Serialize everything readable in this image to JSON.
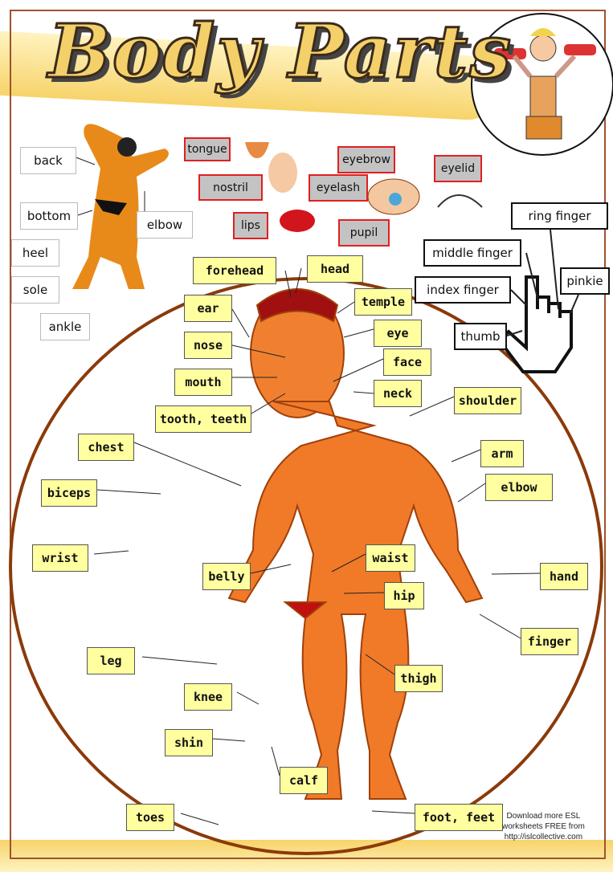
{
  "title": "Body Parts",
  "credit": [
    "Download more ESL",
    "worksheets FREE from",
    "http://islcollective.com"
  ],
  "labels": {
    "back": "back",
    "bottom": "bottom",
    "heel": "heel",
    "sole": "sole",
    "ankle": "ankle",
    "elbow_small": "elbow",
    "tongue": "tongue",
    "nostril": "nostril",
    "lips": "lips",
    "eyebrow": "eyebrow",
    "eyelash": "eyelash",
    "pupil": "pupil",
    "eyelid": "eyelid",
    "ring_finger": "ring finger",
    "middle_finger": "middle finger",
    "index_finger": "index finger",
    "pinkie": "pinkie",
    "thumb": "thumb",
    "forehead": "forehead",
    "head": "head",
    "ear": "ear",
    "temple": "temple",
    "nose": "nose",
    "eye": "eye",
    "face": "face",
    "mouth": "mouth",
    "neck": "neck",
    "tooth": "tooth, teeth",
    "shoulder": "shoulder",
    "chest": "chest",
    "arm": "arm",
    "biceps": "biceps",
    "elbow": "elbow",
    "wrist": "wrist",
    "waist": "waist",
    "belly": "belly",
    "hand": "hand",
    "hip": "hip",
    "finger": "finger",
    "leg": "leg",
    "thigh": "thigh",
    "knee": "knee",
    "shin": "shin",
    "calf": "calf",
    "toes": "toes",
    "foot": "foot, feet"
  }
}
